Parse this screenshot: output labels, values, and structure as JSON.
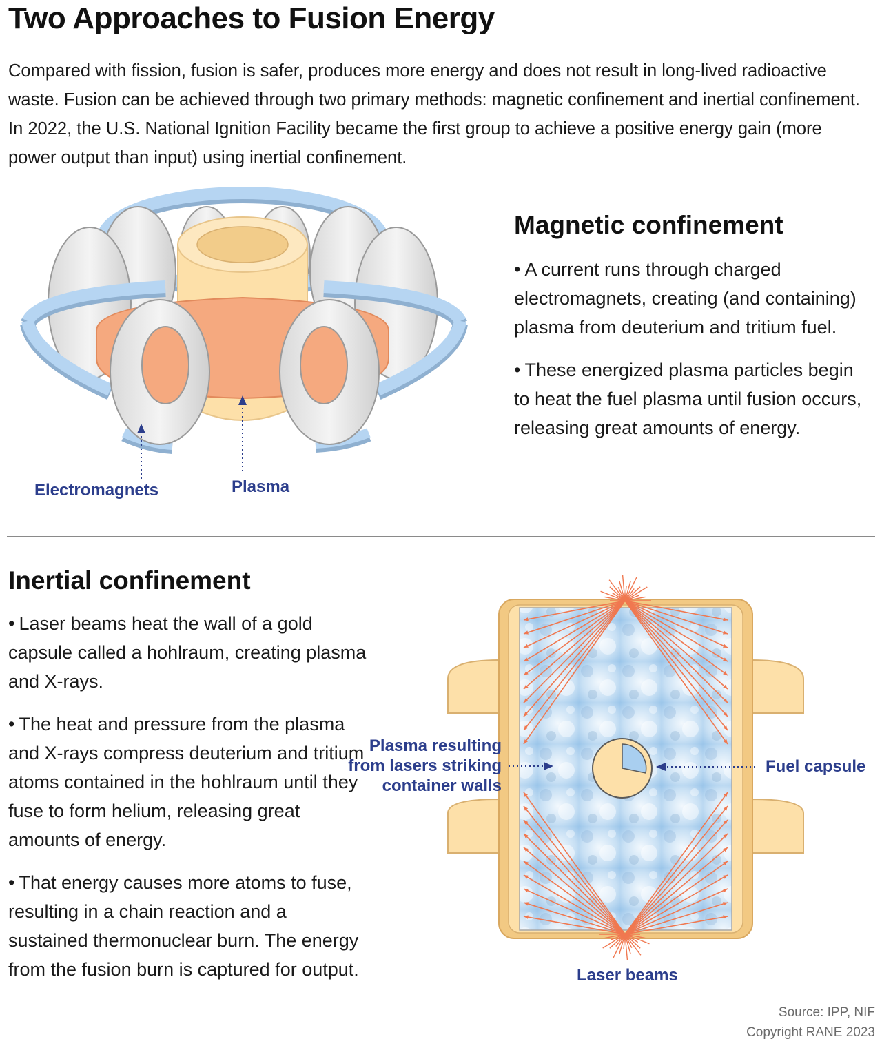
{
  "title": "Two Approaches to Fusion Energy",
  "intro": "Compared with fission, fusion is safer, produces more energy and does not result in long-lived radioactive waste. Fusion can be achieved through two primary methods: magnetic confinement and inertial confinement. In 2022, the U.S. National Ignition Facility became the first group to achieve a positive energy gain (more power output than input) using inertial confinement.",
  "magnetic": {
    "heading": "Magnetic confinement",
    "bullets": [
      "A current runs through charged electromagnets, creating (and containing) plasma from deuterium and tritium fuel.",
      "These energized plasma particles begin to heat the fuel plasma until fusion occurs, releasing great amounts of energy."
    ],
    "labels": {
      "electromagnets": "Electromagnets",
      "plasma": "Plasma"
    }
  },
  "inertial": {
    "heading": "Inertial confinement",
    "bullets": [
      "Laser beams heat the wall of a gold capsule called a hohlraum, creating plasma and X-rays.",
      "The heat and pressure from the plasma and X-rays compress deuterium and tritium atoms contained in the hohlraum until they fuse to form helium, releasing great amounts of energy.",
      "That energy causes more atoms to fuse, resulting in a chain reaction and a sustained thermonuclear burn. The energy from the fusion burn is captured for output."
    ],
    "labels": {
      "plasma_line1": "Plasma resulting",
      "plasma_line2": "from lasers striking",
      "plasma_line3": "container walls",
      "fuel_capsule": "Fuel capsule",
      "laser_beams": "Laser beams"
    }
  },
  "source": "Source: IPP, NIF",
  "copyright": "Copyright RANE 2023",
  "colors": {
    "label_blue": "#2c3e8c",
    "ring_blue": "#b6d5f2",
    "plasma_orange": "#f5a97f",
    "cylinder_tan": "#fde0a9",
    "hohlraum_gold": "#f2c983",
    "laser_red": "#f07850"
  }
}
